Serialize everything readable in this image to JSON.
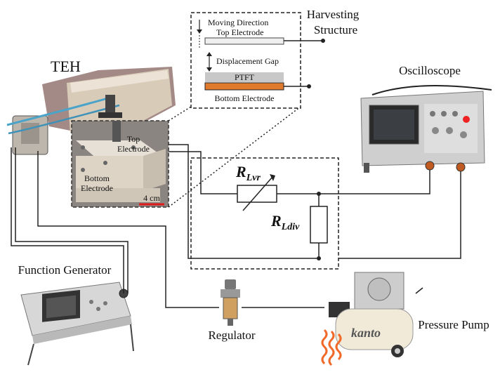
{
  "labels": {
    "teh": "TEH",
    "harvesting_structure_1": "Harvesting",
    "harvesting_structure_2": "Structure",
    "oscilloscope": "Oscilloscope",
    "function_generator": "Function Generator",
    "regulator": "Regulator",
    "pressure_pump": "Pressure Pump",
    "moving_direction": "Moving Direction",
    "top_electrode": "Top Electrode",
    "displacement_gap": "Displacement Gap",
    "ptft": "PTFT",
    "bottom_electrode": "Bottom Electrode",
    "photo_top_1": "Top",
    "photo_top_2": "Electrode",
    "photo_bottom_1": "Bottom",
    "photo_bottom_2": "Electrode",
    "scale": "4 cm",
    "r_lvr_main": "R",
    "r_lvr_sub": "Lvr",
    "r_ldiv_main": "R",
    "r_ldiv_sub": "Ldiv",
    "pump_brand": "kanto"
  },
  "colors": {
    "bottom_electrode": "#e07a2c",
    "ptft": "#c8c8c8",
    "top_electrode_plate": "#efefef",
    "device_body": "#e8dccb",
    "photo_bg": "#8a8580",
    "tubing": "#f26a2a",
    "scale_bar": "#e01b1b"
  }
}
